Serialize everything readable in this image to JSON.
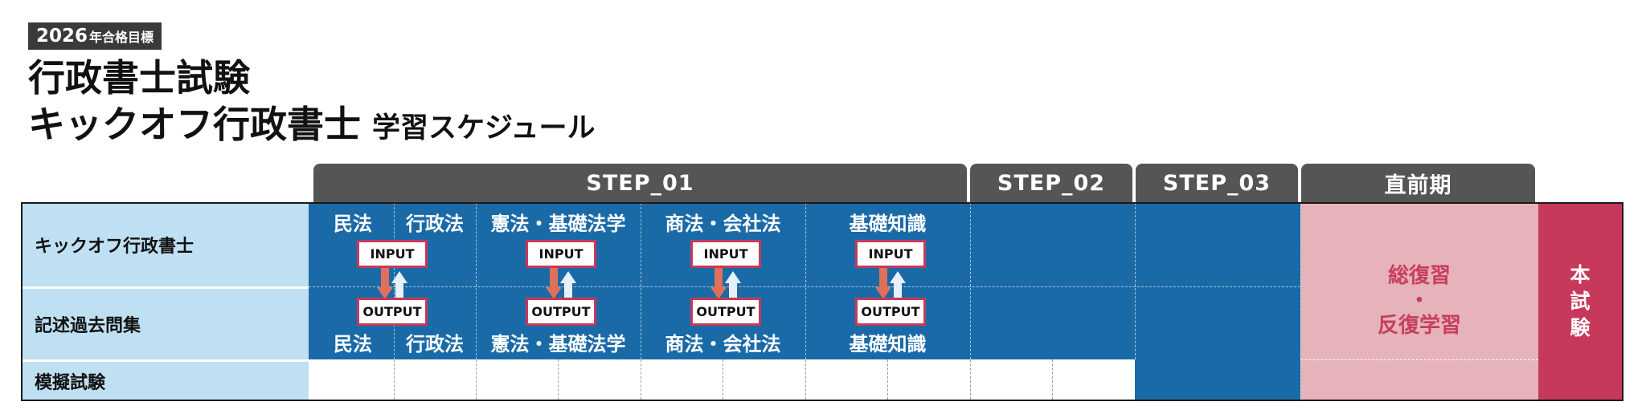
{
  "header": {
    "year": "2026",
    "target": "年合格目標",
    "title_line1": "行政書士試験",
    "title_line2": "キックオフ行政書士",
    "subtitle": "学習スケジュール"
  },
  "steps": {
    "step1": "STEP_01",
    "step2": "STEP_02",
    "step3": "STEP_03",
    "final": "直前期"
  },
  "rows": {
    "kickoff": "キックオフ行政書士",
    "written": "記述過去問集",
    "mock": "模擬試験"
  },
  "subjects": {
    "civil": "民法",
    "admin": "行政法",
    "constitution": "憲法・基礎法学",
    "commercial": "商法・会社法",
    "basic": "基礎知識"
  },
  "io": {
    "input": "INPUT",
    "output": "OUTPUT"
  },
  "review": {
    "line1": "総復習",
    "dot": "・",
    "line2": "反復学習"
  },
  "exam": {
    "c1": "本",
    "c2": "試",
    "c3": "験"
  },
  "colors": {
    "step_header": "#555555",
    "row_label": "#bfdff2",
    "blue_cell": "#1b6aa8",
    "review_bg": "#e5b3b9",
    "review_text": "#c73e5e",
    "exam_bg": "#c6395a",
    "arrow_down": "#e0705a",
    "arrow_up": "#e6f1f9"
  }
}
